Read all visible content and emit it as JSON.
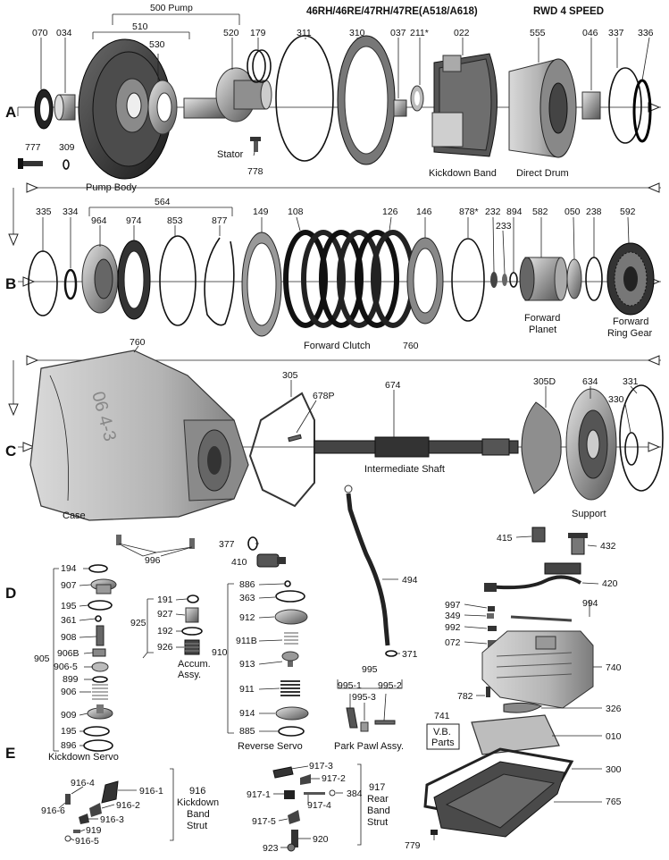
{
  "header": {
    "title": "46RH/46RE/47RH/47RE(A518/A618)",
    "subtitle": "RWD 4 SPEED"
  },
  "sections": [
    "A",
    "B",
    "C",
    "D",
    "E"
  ],
  "row_a": {
    "labels": [
      "070",
      "034",
      "500 Pump",
      "510",
      "530",
      "520",
      "179",
      "311",
      "310",
      "037",
      "211*",
      "022",
      "555",
      "046",
      "337",
      "336",
      "777",
      "309",
      "778"
    ],
    "captions": {
      "pump_body": "Pump Body",
      "stator": "Stator",
      "kickdown_band": "Kickdown  Band",
      "direct_drum": "Direct Drum"
    }
  },
  "row_b": {
    "labels": [
      "335",
      "334",
      "564",
      "964",
      "974",
      "853",
      "877",
      "149",
      "108",
      "126",
      "146",
      "878*",
      "232",
      "233",
      "894",
      "582",
      "050",
      "238",
      "592",
      "760"
    ],
    "captions": {
      "forward_clutch": "Forward  Clutch",
      "forward_planet_1": "Forward",
      "forward_planet_2": "Planet",
      "forward_ring_1": "Forward",
      "forward_ring_2": "Ring Gear"
    }
  },
  "row_c": {
    "labels": [
      "760",
      "305",
      "678P",
      "674",
      "305D",
      "634",
      "331",
      "330"
    ],
    "captions": {
      "case": "Case",
      "intermediate_shaft": "Intermediate Shaft",
      "support": "Support",
      "case_cast": "06 4-3"
    }
  },
  "row_d": {
    "labels": [
      "996",
      "377",
      "410",
      "194",
      "907",
      "195",
      "361",
      "908",
      "906B",
      "906-5",
      "899",
      "906",
      "909",
      "195",
      "896",
      "905",
      "191",
      "927",
      "192",
      "926",
      "925",
      "886",
      "363",
      "912",
      "911B",
      "913",
      "911",
      "914",
      "885",
      "910",
      "494",
      "371",
      "415",
      "432",
      "420",
      "997",
      "349",
      "994",
      "992",
      "072",
      "740",
      "782",
      "326",
      "741",
      "010",
      "995",
      "995-1",
      "995-3",
      "995-2"
    ],
    "captions": {
      "kickdown_servo": "Kickdown  Servo",
      "accum_1": "Accum.",
      "accum_2": "Assy.",
      "reverse_servo": "Reverse  Servo",
      "park_pawl": "Park  Pawl  Assy.",
      "vb_1": "V.B.",
      "vb_2": "Parts"
    }
  },
  "row_e": {
    "labels": [
      "916-4",
      "916-1",
      "916-6",
      "916-2",
      "916-3",
      "919",
      "916-5",
      "917-3",
      "917-2",
      "917-1",
      "384",
      "917-4",
      "917-5",
      "920",
      "923",
      "300",
      "765",
      "779"
    ],
    "captions": {
      "strut916_1": "916",
      "strut916_2": "Kickdown",
      "strut916_3": "Band",
      "strut916_4": "Strut",
      "strut917_1": "917",
      "strut917_2": "Rear",
      "strut917_3": "Band",
      "strut917_4": "Strut"
    }
  }
}
